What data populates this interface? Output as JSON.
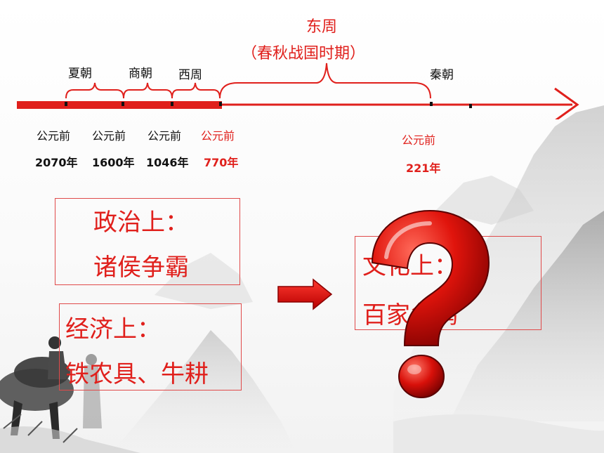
{
  "timeline": {
    "dynasties": [
      {
        "label": "夏朝"
      },
      {
        "label": "商朝"
      },
      {
        "label": "西周"
      },
      {
        "label": "东周"
      },
      {
        "label": "（春秋战国时期）"
      },
      {
        "label": "秦朝"
      }
    ],
    "dates": [
      {
        "prefix": "公元前",
        "year": "2070年",
        "highlight": false
      },
      {
        "prefix": "公元前",
        "year": "1600年",
        "highlight": false
      },
      {
        "prefix": "公元前",
        "year": "1046年",
        "highlight": false
      },
      {
        "prefix": "公元前",
        "year": "770年",
        "highlight": true
      },
      {
        "prefix": "公元前",
        "year": "221年",
        "highlight": true
      }
    ]
  },
  "boxes": {
    "politics": {
      "title": "政治上：",
      "content": "诸侯争霸"
    },
    "economy": {
      "title": "经济上：",
      "content": "铁农具、牛耕"
    },
    "culture": {
      "title": "文化上：",
      "content": "百家争鸣"
    }
  },
  "colors": {
    "accent": "#e0201c",
    "box_border": "#e04a4a",
    "text": "#111111"
  },
  "icons": {
    "arrow": "right-arrow-icon",
    "question": "question-mark-icon",
    "painting": "ink-painting-illustration"
  }
}
